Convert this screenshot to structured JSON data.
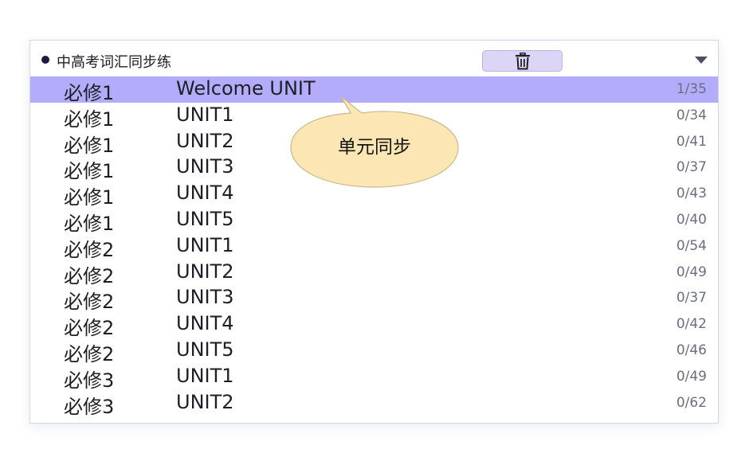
{
  "header": {
    "title": "中高考词汇同步练",
    "trash_icon": "trash-icon",
    "dropdown_icon": "caret-down-icon"
  },
  "colors": {
    "selected_row": "#b3acfb",
    "trash_button": "#dcd6f6",
    "callout_fill": "#fbe6b4",
    "callout_stroke": "#c9b98c"
  },
  "rows": [
    {
      "book": "必修1",
      "unit": "Welcome UNIT",
      "progress": "1/35",
      "selected": true
    },
    {
      "book": "必修1",
      "unit": "UNIT1",
      "progress": "0/34"
    },
    {
      "book": "必修1",
      "unit": "UNIT2",
      "progress": "0/41"
    },
    {
      "book": "必修1",
      "unit": "UNIT3",
      "progress": "0/37"
    },
    {
      "book": "必修1",
      "unit": "UNIT4",
      "progress": "0/43"
    },
    {
      "book": "必修1",
      "unit": "UNIT5",
      "progress": "0/40"
    },
    {
      "book": "必修2",
      "unit": "UNIT1",
      "progress": "0/54"
    },
    {
      "book": "必修2",
      "unit": "UNIT2",
      "progress": "0/49"
    },
    {
      "book": "必修2",
      "unit": "UNIT3",
      "progress": "0/37"
    },
    {
      "book": "必修2",
      "unit": "UNIT4",
      "progress": "0/42"
    },
    {
      "book": "必修2",
      "unit": "UNIT5",
      "progress": "0/46"
    },
    {
      "book": "必修3",
      "unit": "UNIT1",
      "progress": "0/49"
    },
    {
      "book": "必修3",
      "unit": "UNIT2",
      "progress": "0/62"
    }
  ],
  "callout": {
    "text": "单元同步"
  }
}
